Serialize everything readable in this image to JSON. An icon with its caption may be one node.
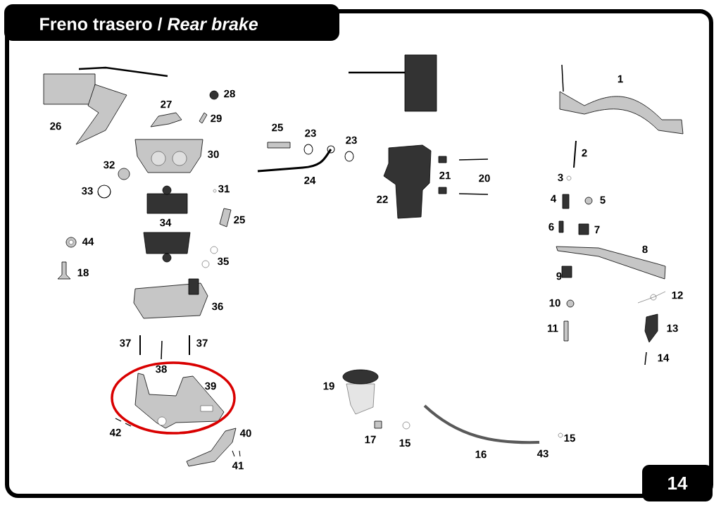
{
  "diagram": {
    "title": "Freno trasero / *Rear brake*",
    "labels": [
      "1",
      "28",
      "27",
      "29",
      "26",
      "25",
      "23",
      "23",
      "30",
      "2",
      "32",
      "24",
      "21",
      "20",
      "3",
      "33",
      "31",
      "22",
      "4",
      "5",
      "34",
      "25",
      "6",
      "7",
      "44",
      "8",
      "35",
      "18",
      "9",
      "12",
      "36",
      "10",
      "11",
      "13",
      "37",
      "37",
      "14",
      "38",
      "39",
      "19",
      "42",
      "40",
      "17",
      "15",
      "15",
      "16",
      "43",
      "41",
      "14"
    ]
  }
}
